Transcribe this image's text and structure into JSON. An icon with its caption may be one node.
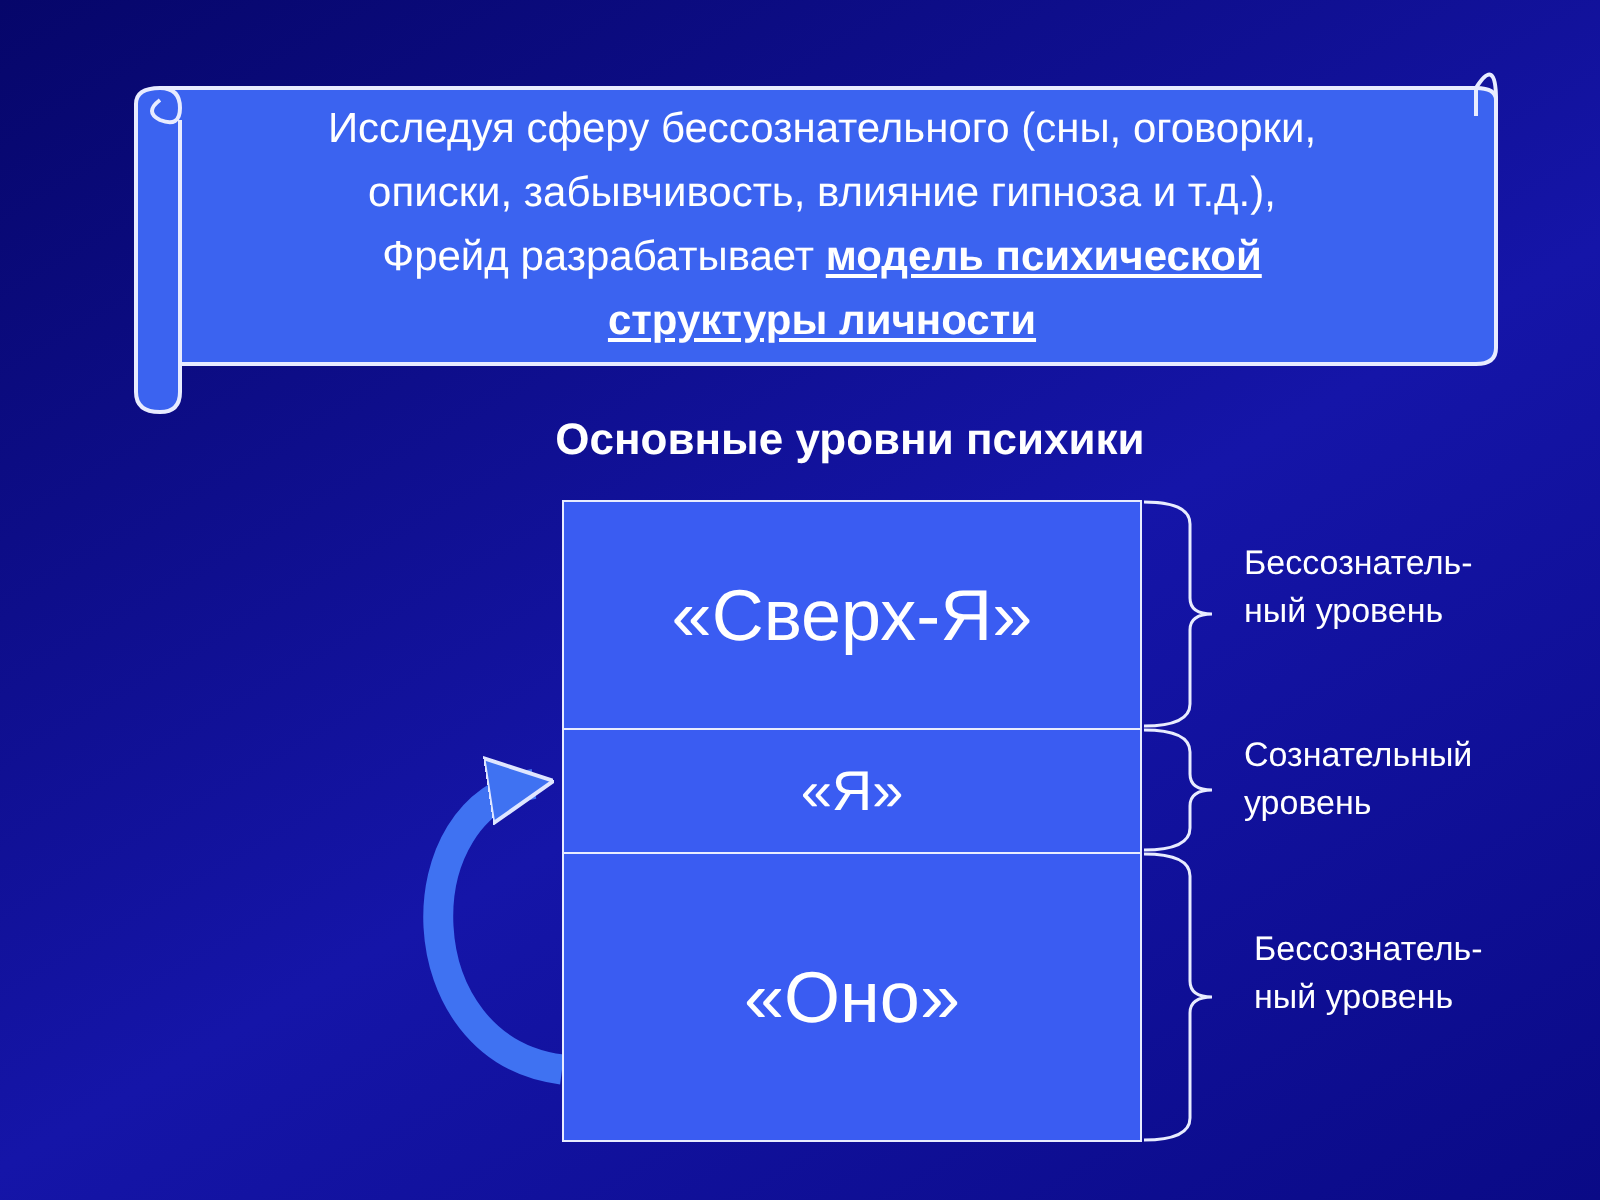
{
  "diagram": {
    "title": "Основные уровни психики",
    "nodes": [
      {
        "text": [
          "Исследуя сферу бессознательного (сны, оговорки, описки, забывчивость, влияние гипноза и т.д.), Фрейд разрабатывает **модель психической структуры личности**"
        ]
      },
      {
        "text": [
          "«Сверх-Я»"
        ],
        "beside": [
          "Бессознатель-ный уровень"
        ]
      },
      {
        "text": [
          "«Я»"
        ],
        "beside": [
          "Сознательный уровень"
        ]
      },
      {
        "text": [
          "«Оно»"
        ],
        "beside": [
          "Бессознатель-ный уровень"
        ]
      }
    ],
    "edges": [
      {
        "from": 3,
        "to": 2,
        "arrow": "to"
      }
    ]
  }
}
